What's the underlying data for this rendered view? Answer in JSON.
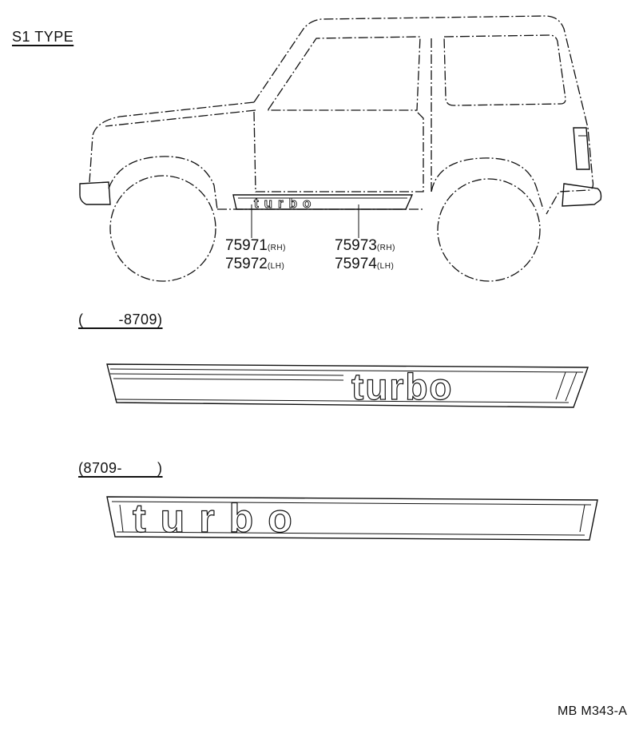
{
  "header": {
    "type_label": "S1 TYPE"
  },
  "callouts": {
    "front": {
      "rh_number": "75971",
      "rh_tag": "(RH)",
      "lh_number": "75972",
      "lh_tag": "(LH)"
    },
    "rear": {
      "rh_number": "75973",
      "rh_tag": "(RH)",
      "lh_number": "75974",
      "lh_tag": "(LH)"
    }
  },
  "variants": [
    {
      "period_label": "(        -8709)",
      "emblem_text": "turbo"
    },
    {
      "period_label": "(8709-        )",
      "emblem_text": "turbo"
    }
  ],
  "footer": {
    "drawing_code": "MB M343-A"
  }
}
